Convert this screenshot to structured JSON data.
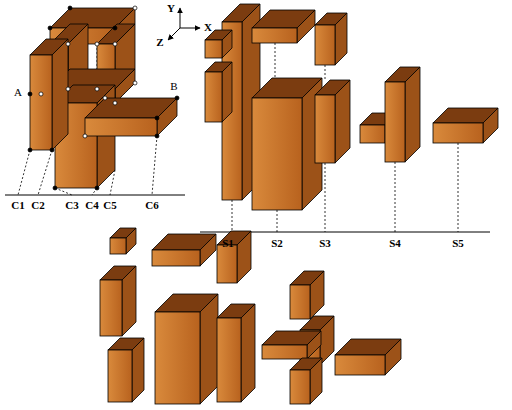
{
  "diagram": {
    "labels": [
      "Y",
      "X",
      "Z",
      "A",
      "B",
      "C1",
      "C2",
      "C3",
      "C4",
      "C5",
      "C6",
      "S1",
      "S2",
      "S3",
      "S4",
      "S5"
    ]
  }
}
